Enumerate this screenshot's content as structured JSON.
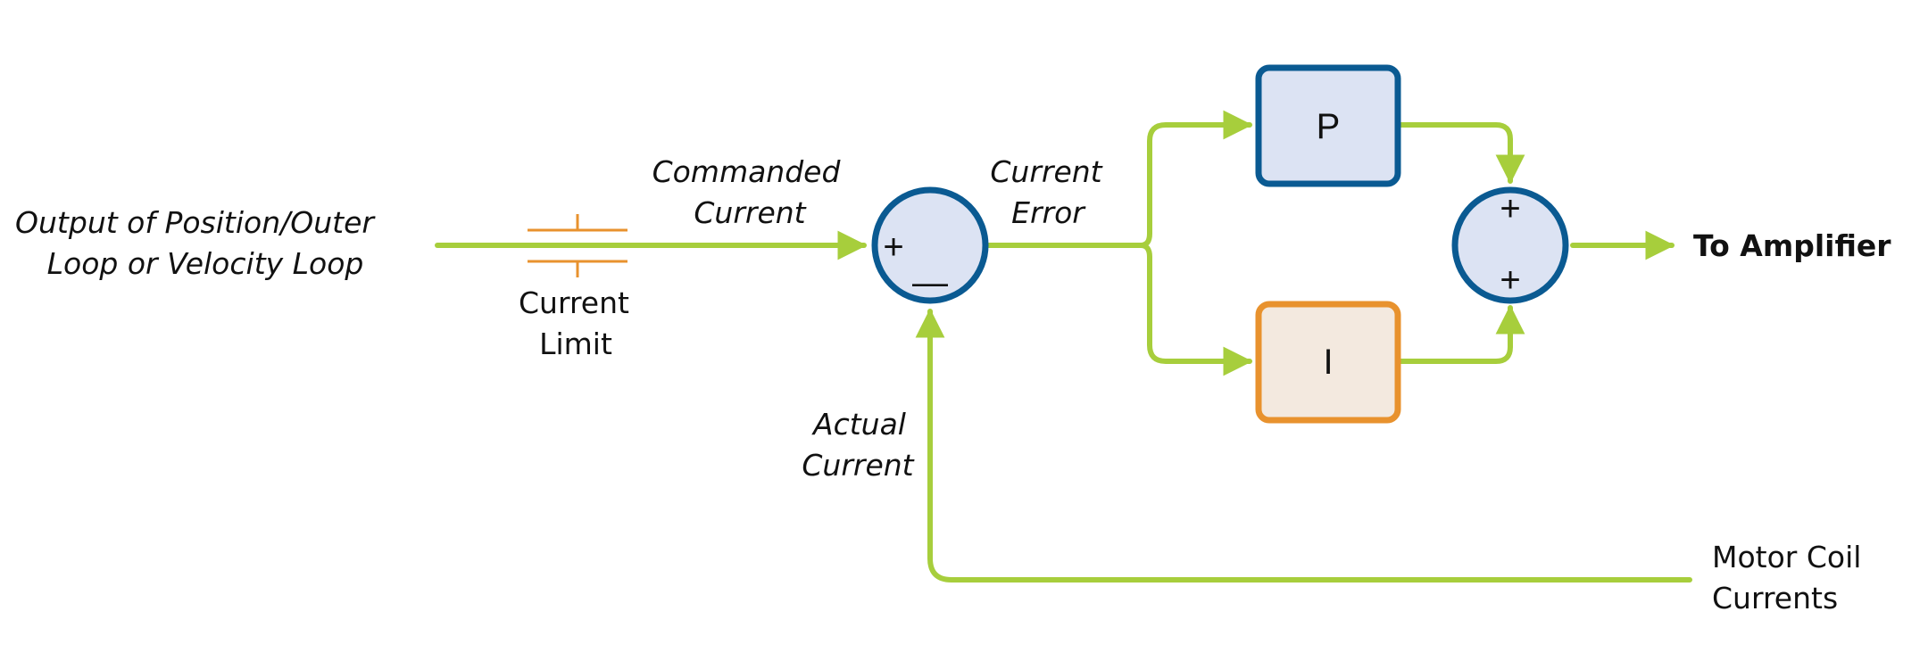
{
  "colors": {
    "signal": "#A7CE3C",
    "summer_stroke": "#0A5A92",
    "summer_fill": "#DCE3F3",
    "p_block_stroke": "#0A5A92",
    "p_block_fill": "#DCE3F3",
    "i_block_stroke": "#E8922E",
    "i_block_fill": "#F3E9DF",
    "limit_symbol": "#E8922E"
  },
  "labels": {
    "input_line1": "Output of Position/Outer",
    "input_line2": "Loop or Velocity Loop",
    "limit_line1": "Current",
    "limit_line2": "Limit",
    "commanded_line1": "Commanded",
    "commanded_line2": "Current",
    "error_line1": "Current",
    "error_line2": "Error",
    "actual_line1": "Actual",
    "actual_line2": "Current",
    "output": "To Amplifier",
    "feedback_line1": "Motor Coil",
    "feedback_line2": "Currents"
  },
  "blocks": {
    "p": "P",
    "i": "I"
  },
  "signs": {
    "sum1_plus": "+",
    "sum1_minus": "—",
    "sum2_top": "+",
    "sum2_bottom": "+"
  }
}
